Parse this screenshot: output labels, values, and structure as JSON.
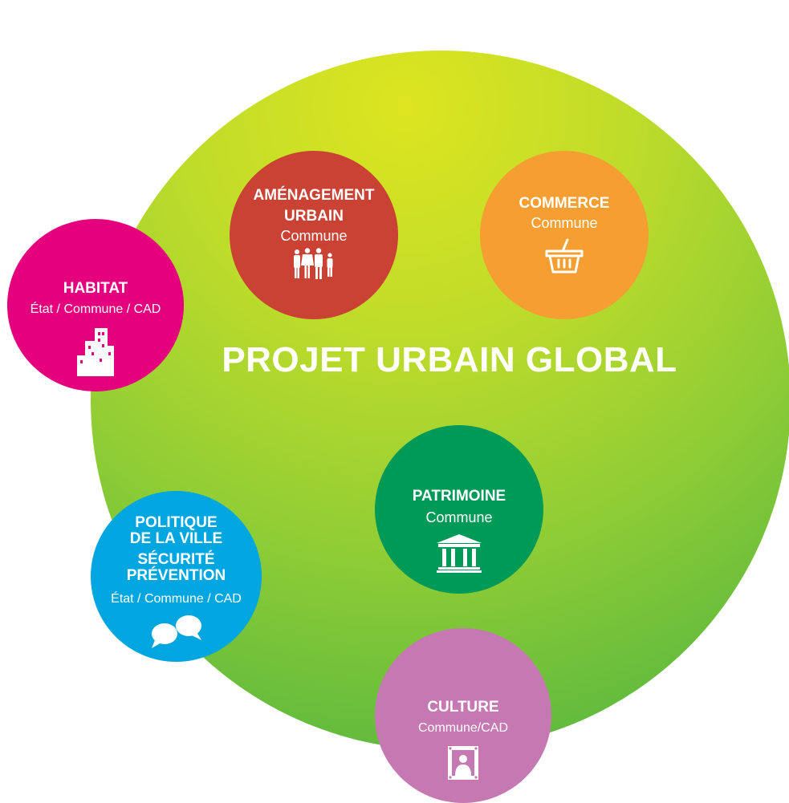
{
  "title": "PROJET URBAIN GLOBAL",
  "nodes": {
    "amenagement": {
      "title_line1": "AMÉNAGEMENT",
      "title_line2": "URBAIN",
      "sub": "Commune",
      "icon": "family-icon",
      "color": "#c94234"
    },
    "commerce": {
      "title": "COMMERCE",
      "sub": "Commune",
      "icon": "basket-icon",
      "color": "#f59f33"
    },
    "habitat": {
      "title": "HABITAT",
      "sub": "État / Commune / CAD",
      "icon": "buildings-icon",
      "color": "#e5007e"
    },
    "patrimoine": {
      "title": "PATRIMOINE",
      "sub": "Commune",
      "icon": "temple-icon",
      "color": "#009a58"
    },
    "politique": {
      "title_line1": "POLITIQUE",
      "title_line2": "DE LA VILLE",
      "title_line3": "SÉCURITÉ",
      "title_line4": "PRÉVENTION",
      "sub": "État / Commune / CAD",
      "icon": "speech-bubbles-icon",
      "color": "#00a6e0"
    },
    "culture": {
      "title": "CULTURE",
      "sub": "Commune/CAD",
      "icon": "framed-painting-icon",
      "color": "#c678b3"
    }
  },
  "colors": {
    "main_circle": "#8fcd35"
  }
}
